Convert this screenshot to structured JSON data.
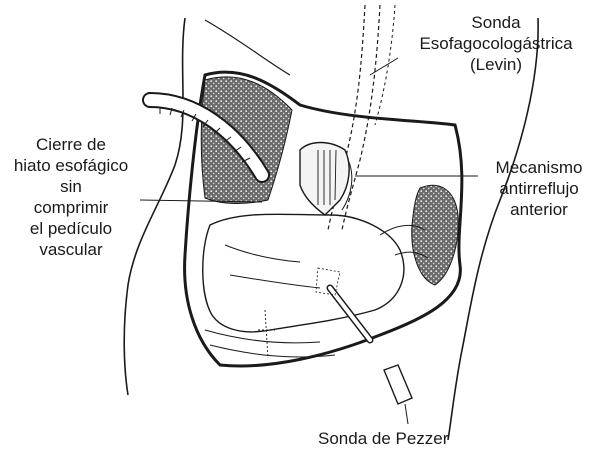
{
  "labels": {
    "sonda_levin": [
      "Sonda",
      "Esofagocologástrica",
      "(Levin)"
    ],
    "cierre_hiato": [
      "Cierre de",
      "hiato esofágico",
      "sin",
      "comprimir",
      "el pedículo",
      "vascular"
    ],
    "mecanismo": [
      "Mecanismo",
      "antirreflujo",
      "anterior"
    ],
    "sonda_pezzer": "Sonda de Pezzer"
  },
  "colors": {
    "line": "#1a1a1a",
    "stipple": "#555555",
    "background": "#ffffff"
  }
}
